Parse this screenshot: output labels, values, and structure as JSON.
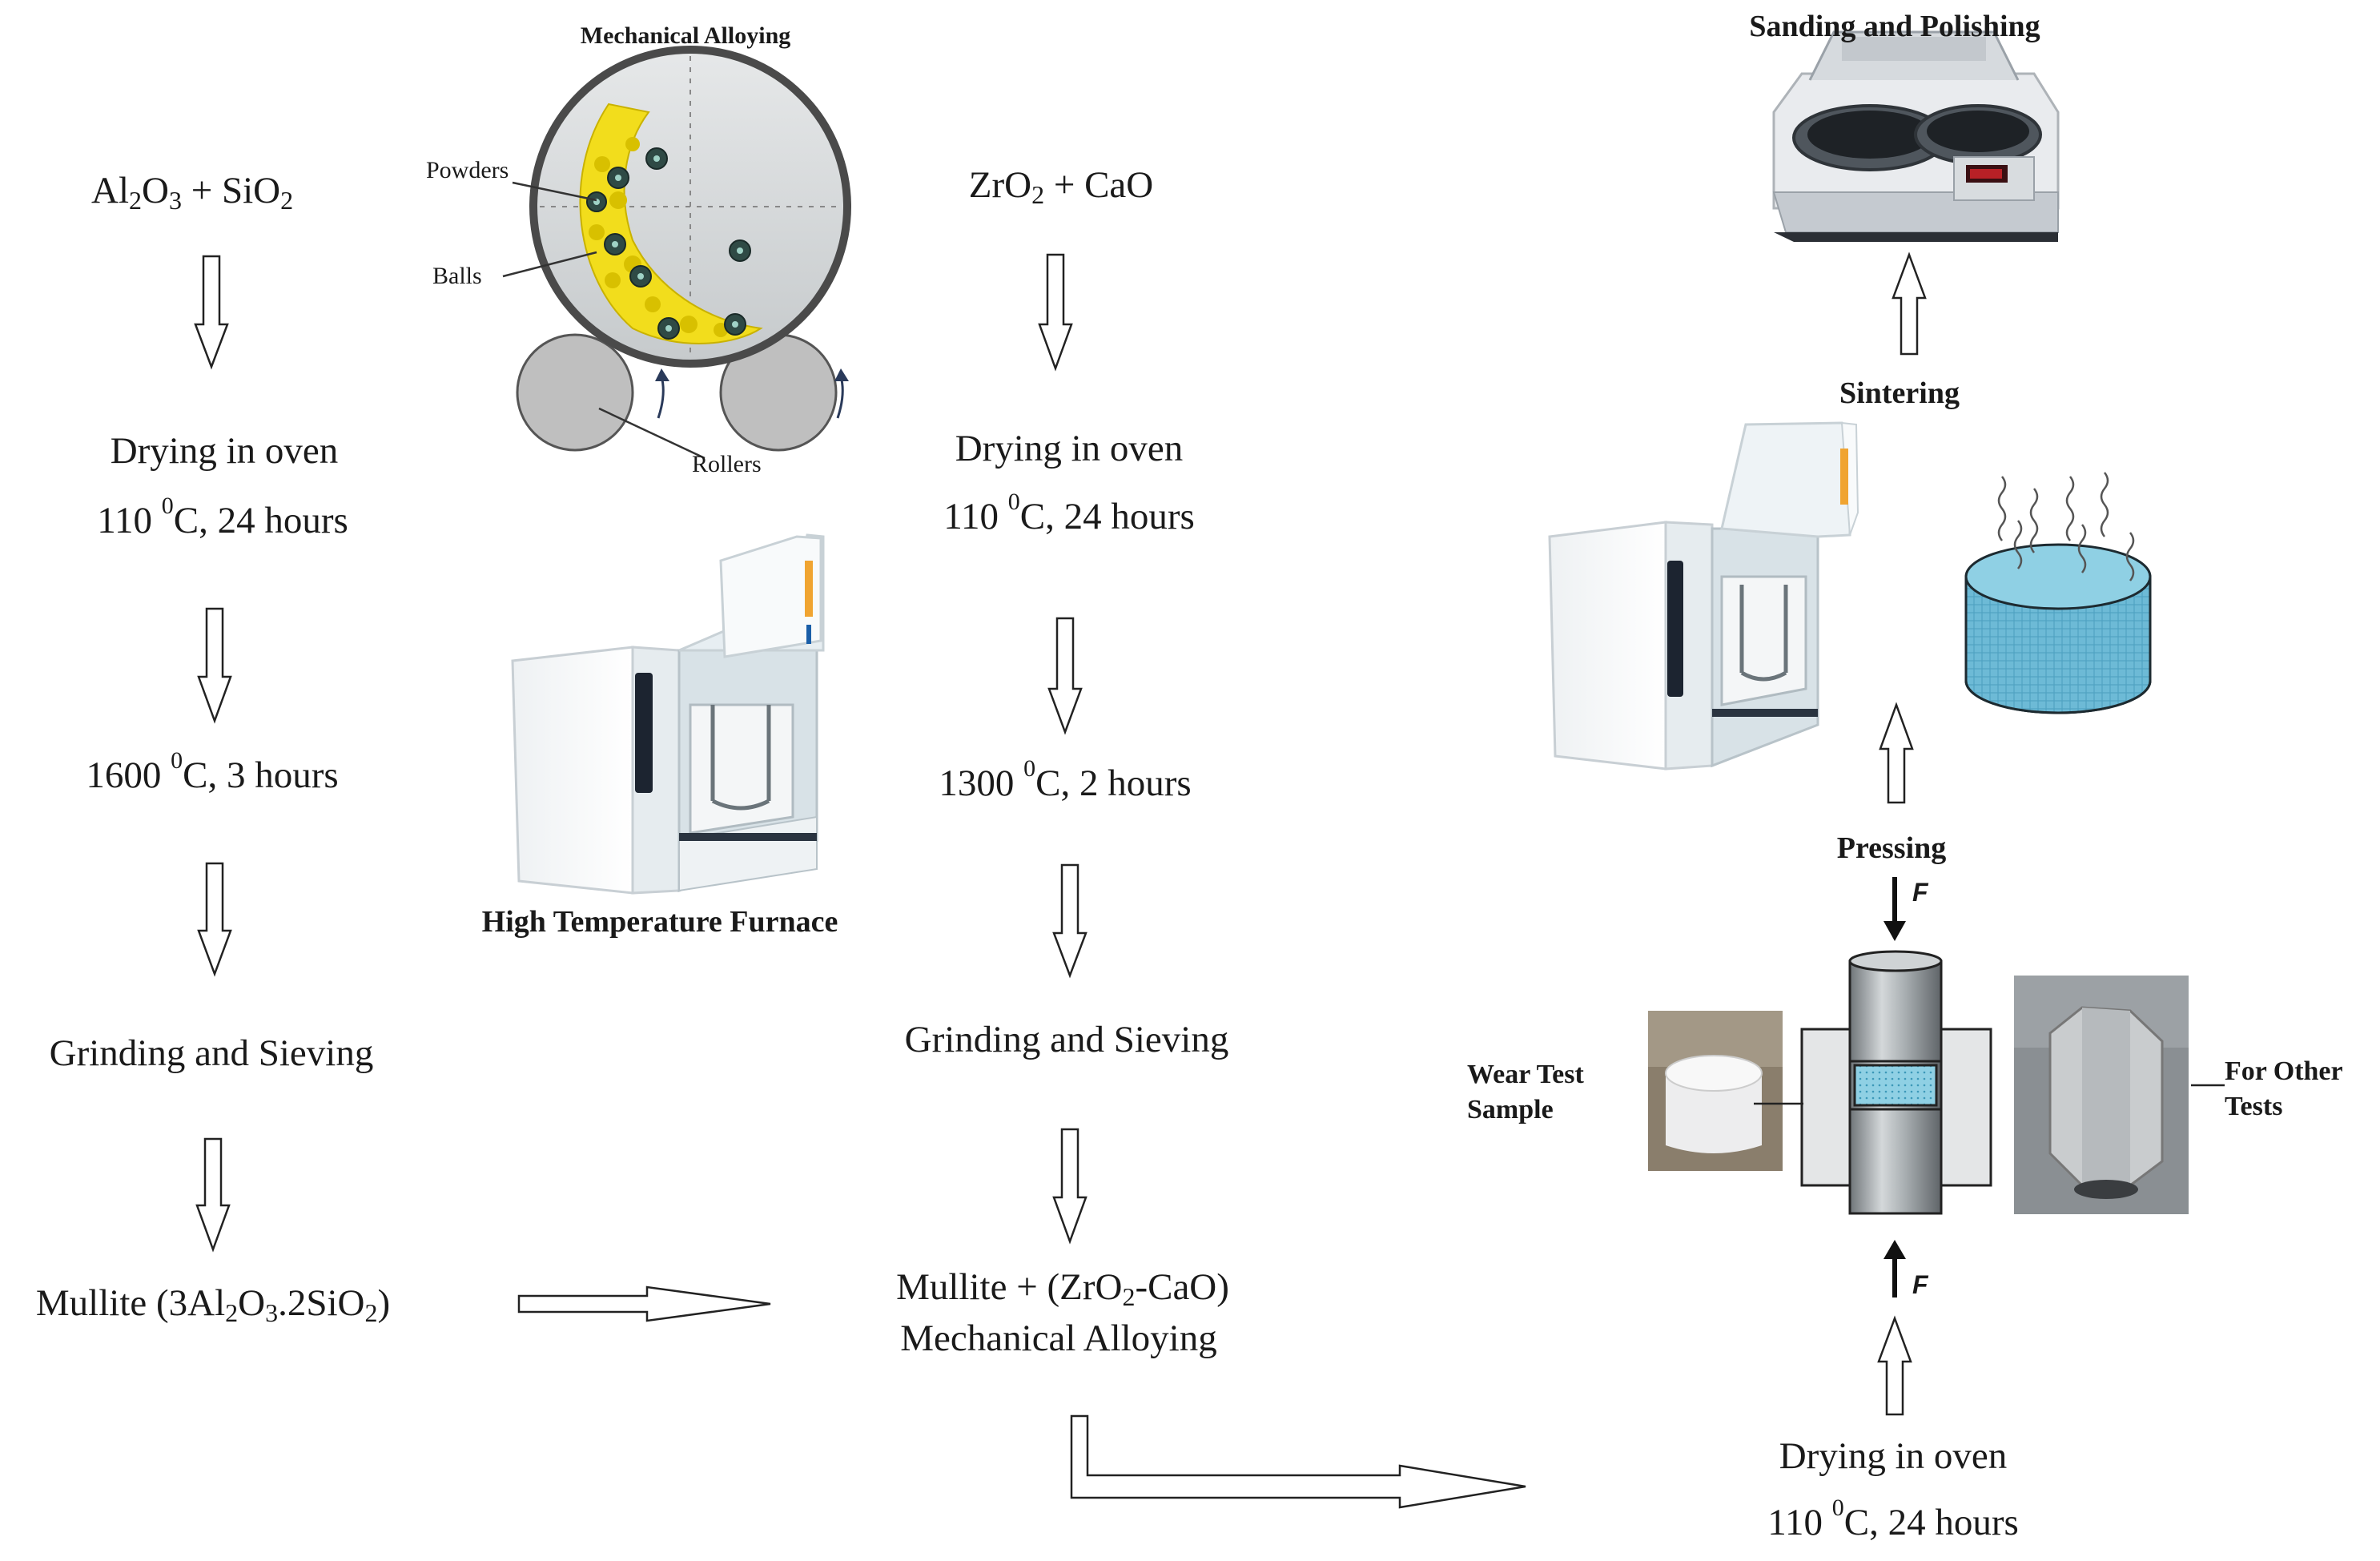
{
  "left_column": {
    "start": {
      "a": "Al",
      "a_sub": "2",
      "b": "O",
      "b_sub": "3",
      "plus": " + Si",
      "c": "O",
      "c_sub": "2"
    },
    "drying": {
      "line1": "Drying in oven",
      "temp_value": "110 ",
      "temp_sup": "0",
      "temp_rest": "C, 24 hours"
    },
    "calcine": {
      "value": "1600 ",
      "sup": "0",
      "rest": "C, 3 hours"
    },
    "grinding": "Grinding and Sieving",
    "product": {
      "p1": "Mullite (3Al",
      "s1": "2",
      "p2": "O",
      "s2": "3",
      "p3": ".2SiO",
      "s3": "2",
      "p4": ")"
    }
  },
  "middle_column": {
    "start": {
      "p1": "ZrO",
      "s1": "2",
      "p2": " + CaO"
    },
    "drying": {
      "line1": "Drying in oven",
      "temp_value": "110 ",
      "temp_sup": "0",
      "temp_rest": "C, 24 hours"
    },
    "calcine": {
      "value": "1300 ",
      "sup": "0",
      "rest": "C, 2 hours"
    },
    "grinding": "Grinding and Sieving",
    "product": {
      "p1": "Mullite + (ZrO",
      "s1": "2",
      "p2": "-CaO)",
      "line2": "Mechanical Alloying"
    }
  },
  "mechanical_alloying": {
    "title": "Mechanical Alloying",
    "powders": "Powders",
    "balls": "Balls",
    "rollers": "Rollers"
  },
  "furnace": {
    "title": "High Temperature Furnace"
  },
  "right_column": {
    "polishing": "Sanding and Polishing",
    "sintering": "Sintering",
    "pressing": "Pressing",
    "force": "F",
    "wear_sample": {
      "line1": "Wear Test",
      "line2": "Sample"
    },
    "other_tests": {
      "line1": "For Other",
      "line2": "Tests"
    },
    "drying": {
      "line1": "Drying in oven",
      "temp_value": "110 ",
      "temp_sup": "0",
      "temp_rest": "C, 24 hours"
    }
  },
  "colors": {
    "text": "#1a1a1a",
    "powder": "#f2dd1c",
    "ball": "#2f4a45",
    "water": "#5fb3cf",
    "metal": "#9aa0a4"
  }
}
